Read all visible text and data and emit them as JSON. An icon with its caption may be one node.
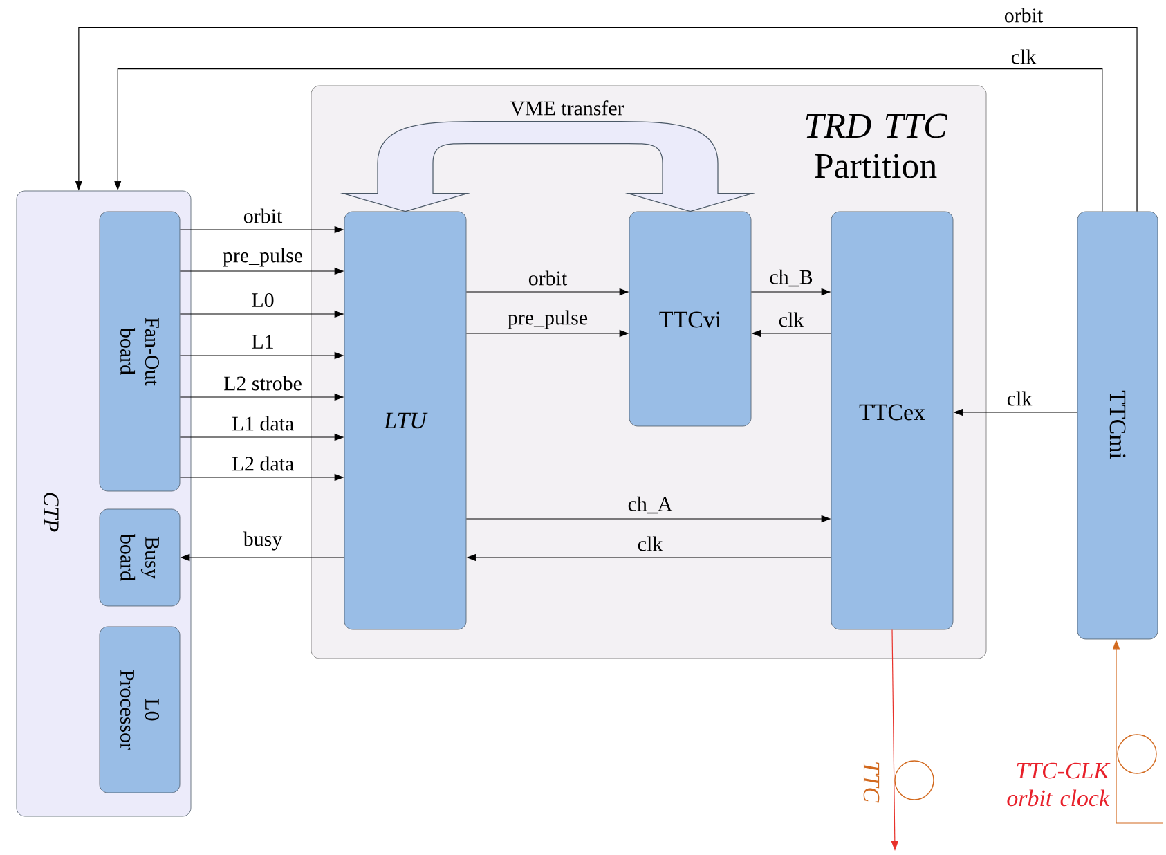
{
  "diagram": {
    "nodes": [
      {
        "text": [
          "CTP"
        ]
      },
      {
        "text": [
          "Fan-Out board"
        ],
        "in": 0
      },
      {
        "text": [
          "Busy board"
        ],
        "in": 0
      },
      {
        "text": [
          "L0 Processor"
        ],
        "in": 0
      },
      {
        "text": [
          "TRD TTC",
          "Partition"
        ]
      },
      {
        "text": [
          "LTU"
        ],
        "in": 4
      },
      {
        "text": [
          "TTCvi"
        ],
        "in": 4
      },
      {
        "text": [
          "TTCex"
        ],
        "in": 4
      },
      {
        "text": [
          "TTCmi"
        ]
      }
    ],
    "edges": [
      {
        "from": 1,
        "to": 5,
        "arrow": "to",
        "label": "orbit"
      },
      {
        "from": 1,
        "to": 5,
        "arrow": "to",
        "label": "pre_pulse"
      },
      {
        "from": 1,
        "to": 5,
        "arrow": "to",
        "label": "L0"
      },
      {
        "from": 1,
        "to": 5,
        "arrow": "to",
        "label": "L1"
      },
      {
        "from": 1,
        "to": 5,
        "arrow": "to",
        "label": "L2 strobe"
      },
      {
        "from": 1,
        "to": 5,
        "arrow": "to",
        "label": "L1 data"
      },
      {
        "from": 1,
        "to": 5,
        "arrow": "to",
        "label": "L2 data"
      },
      {
        "from": 5,
        "to": 2,
        "arrow": "to",
        "label": "busy"
      },
      {
        "from": 5,
        "to": 6,
        "arrow": "to",
        "label": "orbit"
      },
      {
        "from": 5,
        "to": 6,
        "arrow": "to",
        "label": "pre_pulse"
      },
      {
        "from": 6,
        "to": 7,
        "arrow": "to",
        "label": "ch_B"
      },
      {
        "from": 7,
        "to": 6,
        "arrow": "to",
        "label": "clk"
      },
      {
        "from": 5,
        "to": 7,
        "arrow": "to",
        "label": "ch_A"
      },
      {
        "from": 7,
        "to": 5,
        "arrow": "to",
        "label": "clk"
      },
      {
        "from": 8,
        "to": 7,
        "arrow": "to",
        "label": "clk"
      },
      {
        "from": 8,
        "to": 0,
        "arrow": "to",
        "label": "orbit"
      },
      {
        "from": 8,
        "to": 0,
        "arrow": "to",
        "label": "clk"
      },
      {
        "from": 7,
        "to": null,
        "arrow": "to",
        "label": "TTC",
        "color": "#e8312a"
      },
      {
        "from": null,
        "to": 8,
        "arrow": "to",
        "label": "TTC-CLK orbit clock",
        "color": "#d2691e"
      },
      {
        "from": 5,
        "to": 6,
        "arrow": "both",
        "label": "VME transfer",
        "style": "thick"
      }
    ]
  }
}
